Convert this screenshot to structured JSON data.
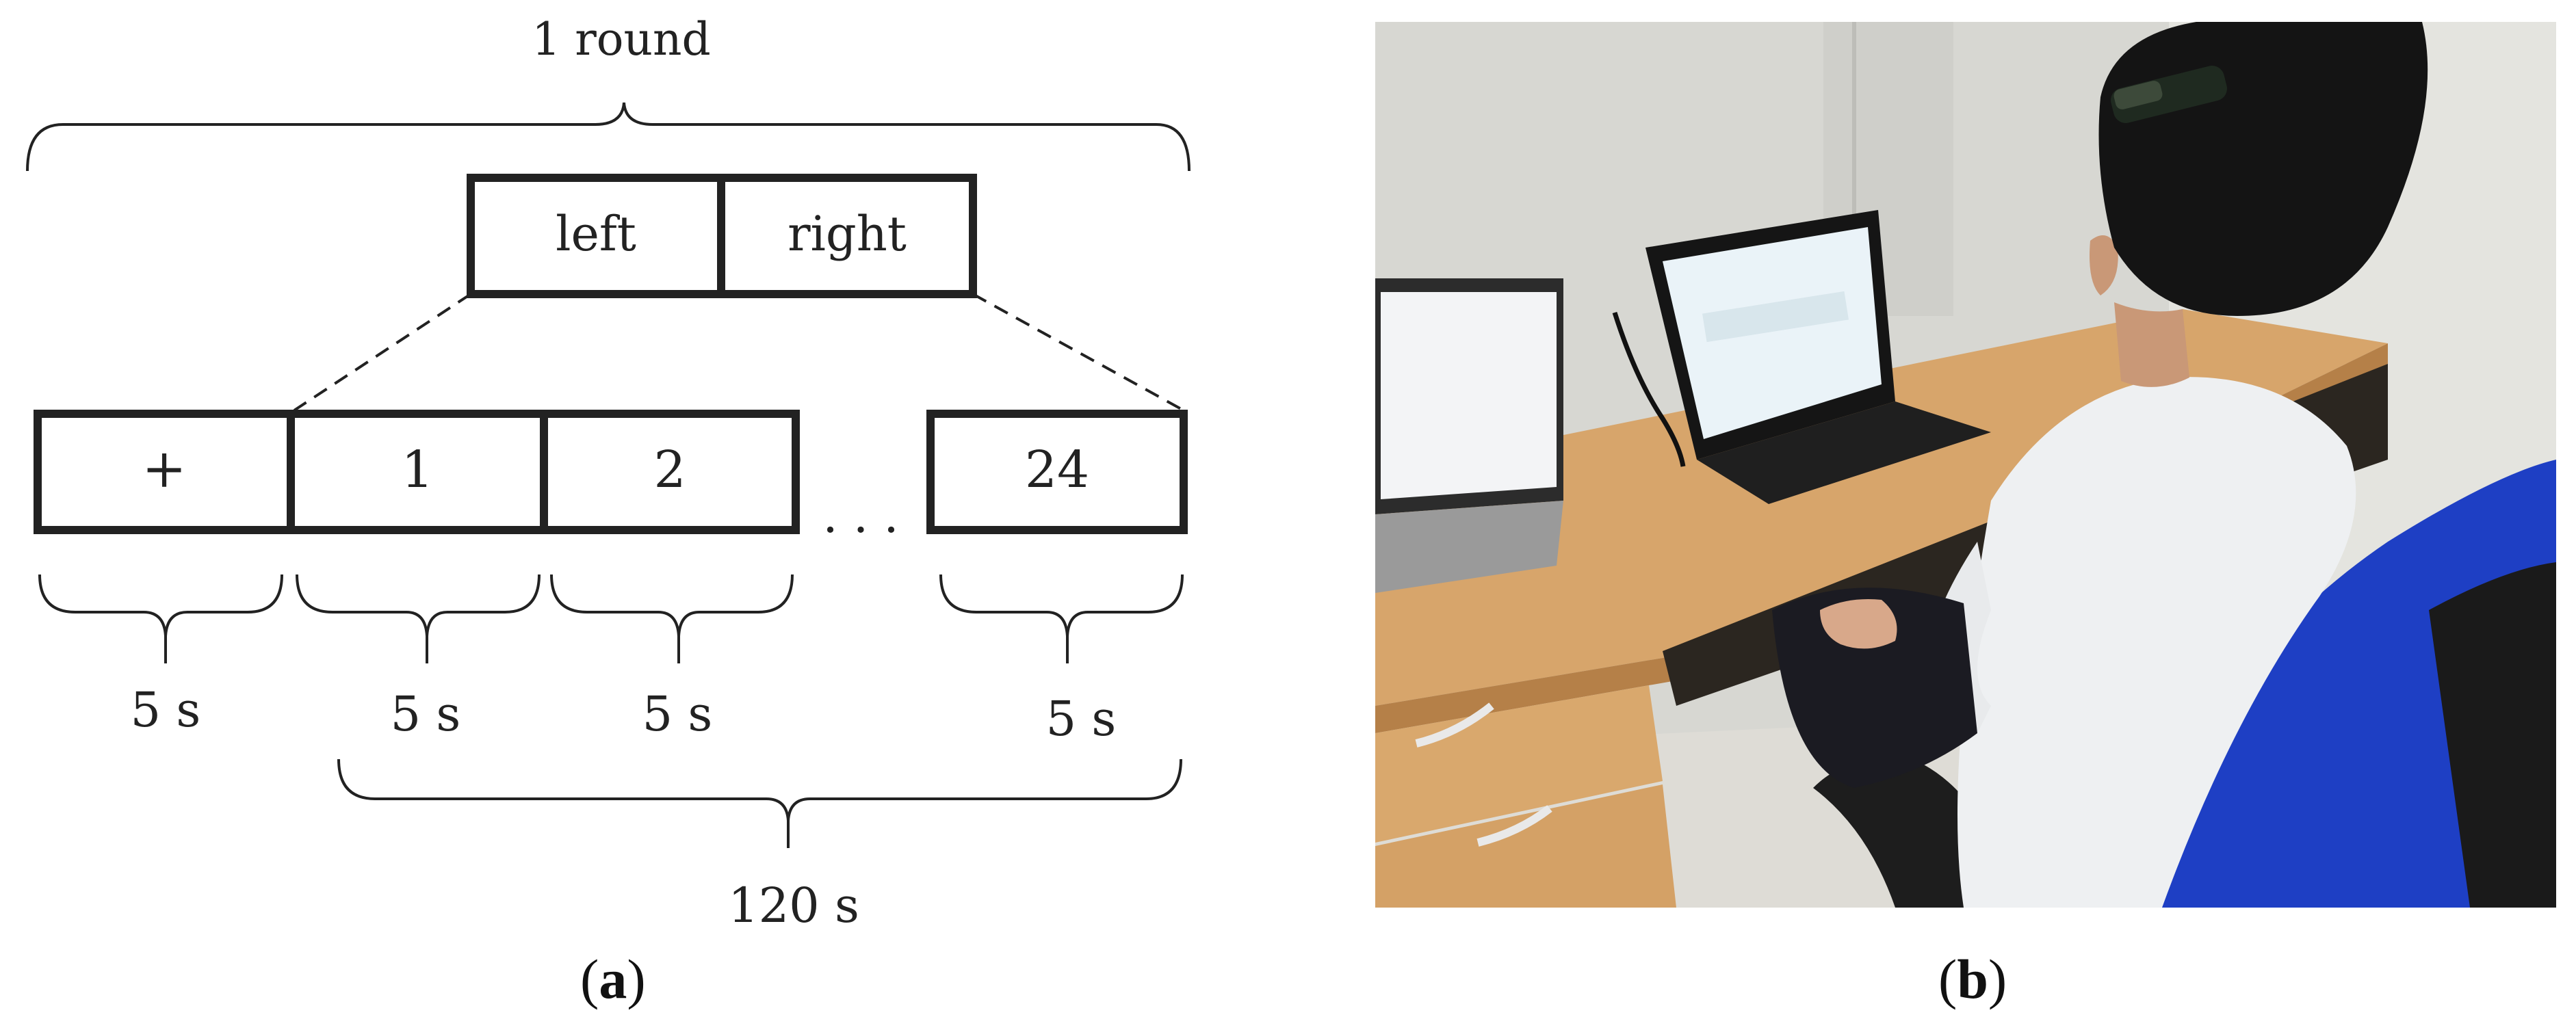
{
  "panel_a": {
    "round_label": "1 round",
    "condition_left": "left",
    "condition_right": "right",
    "blocks": [
      "+",
      "1",
      "2",
      "24"
    ],
    "ellipsis": ". . .",
    "durations": [
      "5 s",
      "5 s",
      "5 s",
      "5 s"
    ],
    "total_duration": "120 s",
    "caption": "a"
  },
  "panel_b": {
    "caption": "b"
  },
  "colors": {
    "desk": "#d7a56b",
    "chair_blue": "#1e3fc4",
    "shirt": "#eef0f2",
    "wall": "#d4d4cf"
  }
}
